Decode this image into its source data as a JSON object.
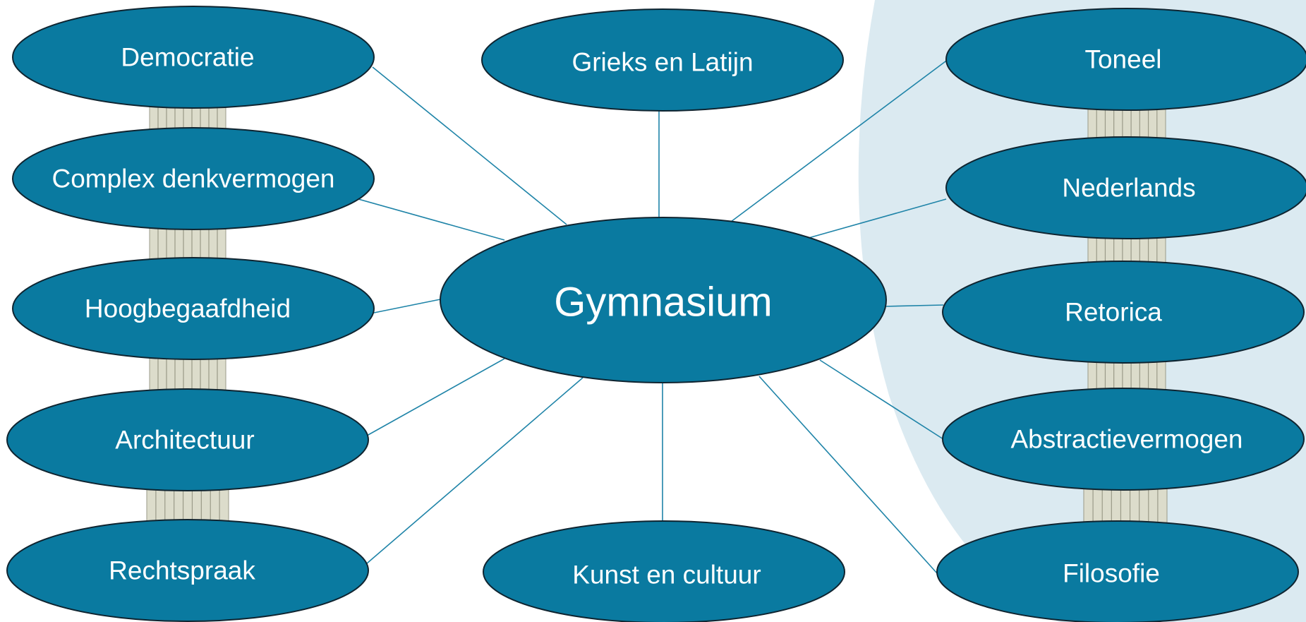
{
  "colors": {
    "node_fill": "#0a7aa0",
    "node_stroke": "#0f2430",
    "connector": "#1f84a8",
    "backdrop": "#dbeaf1",
    "column": "#dcdccb",
    "column_line": "#9a9a88",
    "label": "#ffffff"
  },
  "diagram": {
    "center": {
      "label": "Gymnasium"
    },
    "nodes": [
      {
        "id": "democratie",
        "label": "Democratie"
      },
      {
        "id": "complex-denkvermogen",
        "label": "Complex denkvermogen"
      },
      {
        "id": "hoogbegaafdheid",
        "label": "Hoogbegaafdheid"
      },
      {
        "id": "architectuur",
        "label": "Architectuur"
      },
      {
        "id": "rechtspraak",
        "label": "Rechtspraak"
      },
      {
        "id": "grieks-en-latijn",
        "label": "Grieks en Latijn"
      },
      {
        "id": "kunst-en-cultuur",
        "label": "Kunst en cultuur"
      },
      {
        "id": "toneel",
        "label": "Toneel"
      },
      {
        "id": "nederlands",
        "label": "Nederlands"
      },
      {
        "id": "retorica",
        "label": "Retorica"
      },
      {
        "id": "abstractievermogen",
        "label": "Abstractievermogen"
      },
      {
        "id": "filosofie",
        "label": "Filosofie"
      }
    ]
  }
}
